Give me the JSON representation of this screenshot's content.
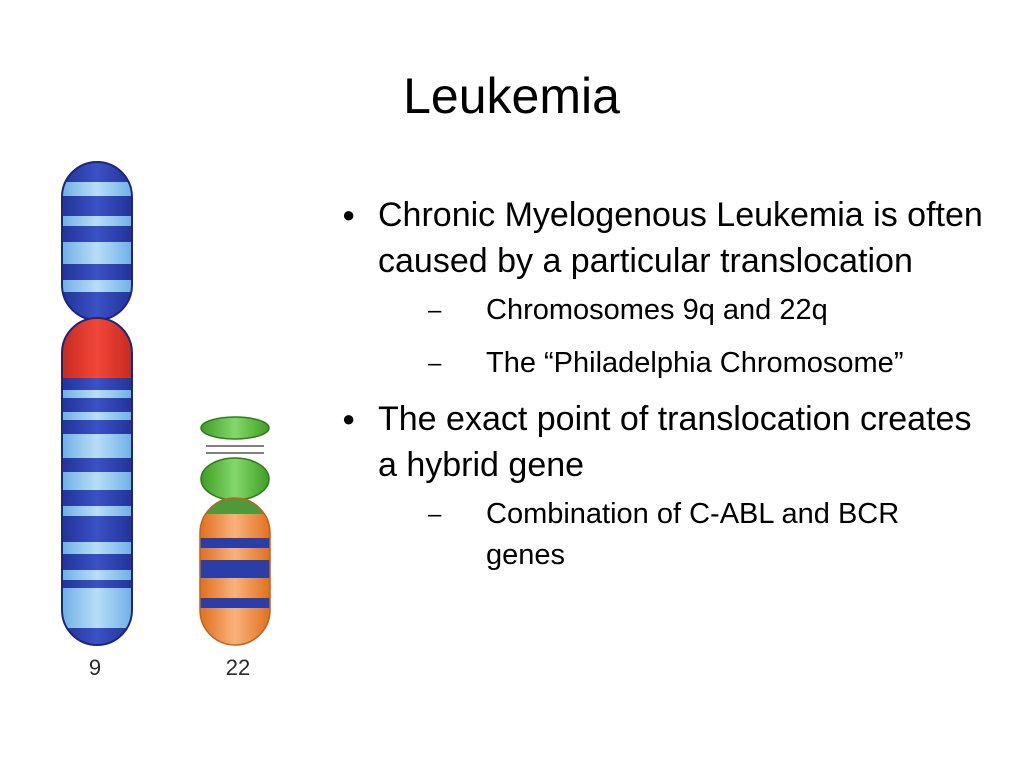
{
  "slide": {
    "title": "Leukemia"
  },
  "figure": {
    "label_9": "9",
    "label_22": "22",
    "colors": {
      "chr9_dark": "#2b3ea8",
      "chr9_light": "#8ec5ee",
      "chr9_centromere": "#e23a2b",
      "chr22_green": "#5bbf3a",
      "chr22_orange": "#f0883a",
      "chr22_dark_band": "#2b3ea8"
    }
  },
  "bullets": [
    {
      "text": "Chronic Myelogenous Leukemia is often caused by a particular translocation",
      "sub": [
        {
          "text": "Chromosomes 9q and 22q"
        },
        {
          "text": "The “Philadelphia Chromosome”"
        }
      ]
    },
    {
      "text": "The exact point of translocation creates a hybrid gene",
      "sub": [
        {
          "text": "Combination of C-ABL and BCR genes"
        }
      ]
    }
  ],
  "markers": {
    "bullet": "●",
    "dash": "–"
  }
}
